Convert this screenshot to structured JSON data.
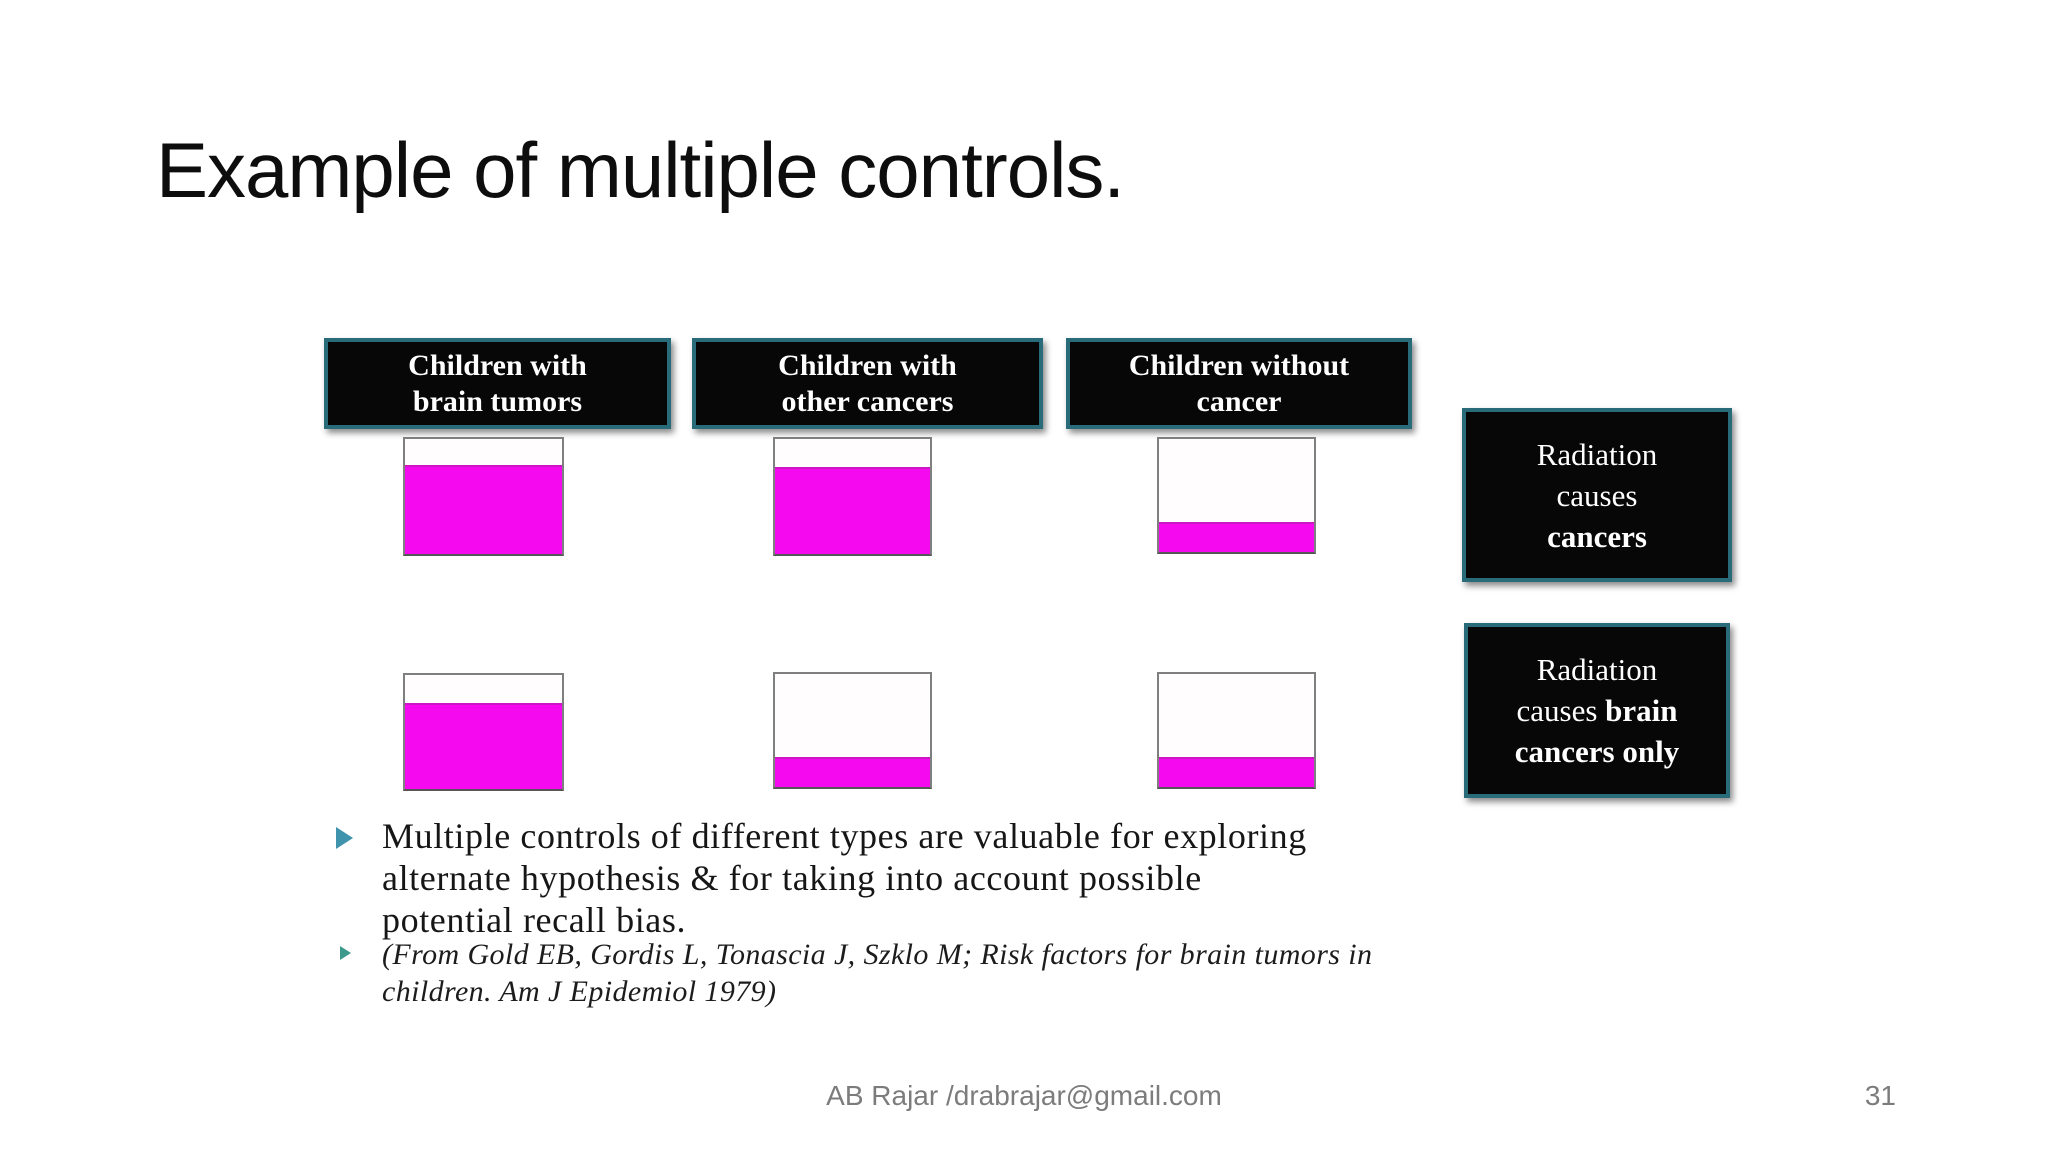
{
  "slide": {
    "title": "Example of multiple controls.",
    "footer_credit": "AB Rajar /drabrajar@gmail.com",
    "page_number": "31"
  },
  "diagram": {
    "column_headers": [
      "Children with\nbrain tumors",
      "Children with\nother cancers",
      "Children without\ncancer"
    ],
    "rows": [
      {
        "conclusion_regular": "Radiation\ncauses\n",
        "conclusion_bold": "cancers",
        "fill_levels_pct": [
          76,
          74,
          25
        ]
      },
      {
        "conclusion_regular": "Radiation\ncauses ",
        "conclusion_bold": "brain\ncancers only",
        "fill_levels_pct": [
          74,
          25,
          25
        ]
      }
    ],
    "colors": {
      "fill_magenta": "#f50af0",
      "box_border_teal": "#2a6b7a",
      "box_background": "#070707"
    }
  },
  "bullets": [
    {
      "icon": "triangle-right",
      "icon_color": "#3f93ad",
      "text": "Multiple controls of different types are valuable for exploring\nalternate hypothesis & for taking into account possible\npotential recall bias."
    },
    {
      "icon": "triangle-right",
      "icon_color": "#3d998c",
      "text": "(From Gold EB, Gordis L, Tonascia J, Szklo M; Risk factors for brain tumors in\nchildren. Am J Epidemiol 1979)"
    }
  ]
}
